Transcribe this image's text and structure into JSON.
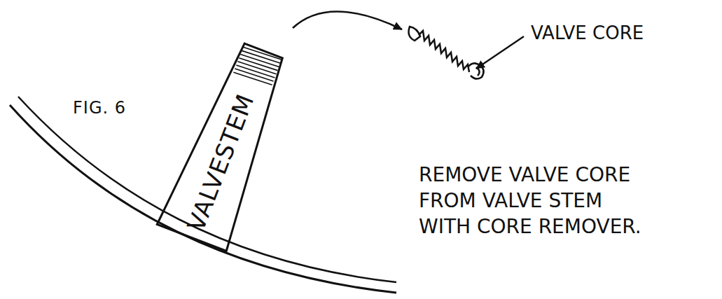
{
  "diagram": {
    "caption": "REMOVE VALVE CORE FROM VALVE STEM WITH CORE REMOVER.",
    "nodes": [
      {
        "text": [
          "VALVESTEM"
        ]
      }
    ],
    "labels": [
      "FIG. 6",
      "VALVE CORE"
    ]
  }
}
